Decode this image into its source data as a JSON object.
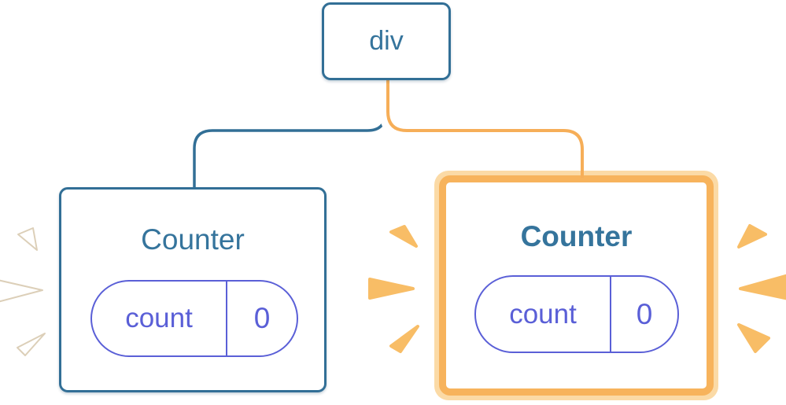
{
  "diagram": {
    "root": {
      "label": "div"
    },
    "children": [
      {
        "title": "Counter",
        "state": {
          "key": "count",
          "value": "0"
        },
        "highlighted": false
      },
      {
        "title": "Counter",
        "state": {
          "key": "count",
          "value": "0"
        },
        "highlighted": true
      }
    ]
  },
  "icons": {
    "burst": "emphasis-burst-wedge"
  },
  "colors": {
    "blue": "#326f96",
    "bluetext": "#35749c",
    "orange": "#f7b35c",
    "orangeline": "#f6ae58",
    "paleorange": "#fbdaa6",
    "burstorange": "#f8bd66",
    "burstedge": "#dccfb8",
    "purple": "#5a5fd7"
  }
}
